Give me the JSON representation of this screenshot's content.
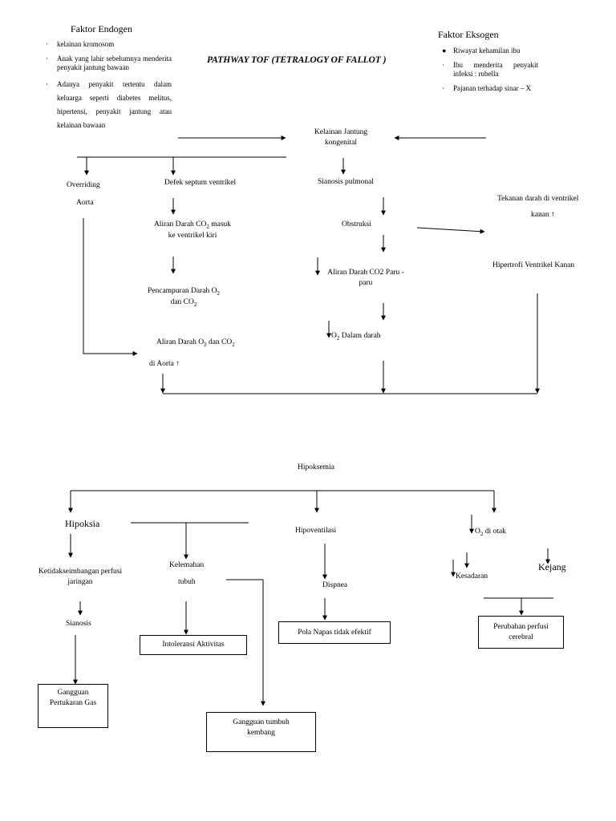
{
  "title": "PATHWAY TOF (TETRALOGY OF FALLOT )",
  "endogen": {
    "heading": "Faktor Endogen",
    "bullet": "·",
    "items": [
      "kelainan kromosom",
      "Anak yang lahir sebelumnya menderita penyakit jantung bawaan",
      "Adanya penyakit tertentu dalam keluarga seperti diabetes melitus, hipertensi, penyakit jantung atau kelainan bawaan"
    ]
  },
  "eksogen": {
    "heading": "Faktor Eksogen",
    "items": [
      {
        "bullet": "●",
        "text": "Riwayat kehamilan ibu"
      },
      {
        "bullet": "·",
        "text": "Ibu menderita penyakit infeksi : rubella"
      },
      {
        "bullet": "·",
        "text": "Pajanan terhadap sinar – X"
      }
    ]
  },
  "nodes": {
    "kelainan_1": "Kelainan Jantung",
    "kelainan_2": "kongenital",
    "overriding": "Overriding",
    "aorta": "Aorta",
    "defek": "Defek septum ventrikel",
    "sianosis_pulmonal": "Sianosis pulmonal",
    "tekanan_1": "Tekanan darah di ventrikel",
    "tekanan_2": "kanan",
    "aliran_co2_a": "Aliran Darah CO",
    "aliran_co2_b": "masuk",
    "aliran_co2_c": "ke ventrikel kiri",
    "obstruksi": "Obstruksi",
    "aliran_paru_1": "Aliran Darah CO2 Paru -",
    "aliran_paru_2": "paru",
    "hipertrofi": "Hipertrofi Ventrikel Kanan",
    "pencampuran_a": "Pencampuran Darah O",
    "pencampuran_b": "dan CO",
    "o2_dalam_a": "O",
    "o2_dalam_b": "Dalam darah",
    "aliran_aorta_a": "Aliran Darah O",
    "aliran_aorta_b": "dan CO",
    "aliran_aorta_c": "di Aorta",
    "sub2": "2",
    "up_arrow": "↑",
    "down_arrow": "↓",
    "hipoksemia": "Hipoksemia",
    "hipoksia": "Hipoksia",
    "hipoventilasi": "Hipoventilasi",
    "o2_otak_a": "O",
    "o2_otak_b": "di otak",
    "ketidak_1": "Ketidakseimbangan perfusi",
    "ketidak_2": "jaringan",
    "kelemahan": "Kelemahan",
    "tubuh": "tubuh",
    "kesadaran": "Kesadaran",
    "kejang": "Kejang",
    "dispnea": "Dispnea",
    "sianosis": "Sianosis"
  },
  "boxes": {
    "intoleransi": "Intoleransi Aktivitas",
    "pola_napas": "Pola Napas tidak efektif",
    "perfusi_1": "Perubahan perfusi",
    "perfusi_2": "cerebral",
    "gas_1": "Gangguan",
    "gas_2": "Pertukaran Gas",
    "tumbuh_1": "Gangguan tumbuh",
    "tumbuh_2": "kembang"
  }
}
